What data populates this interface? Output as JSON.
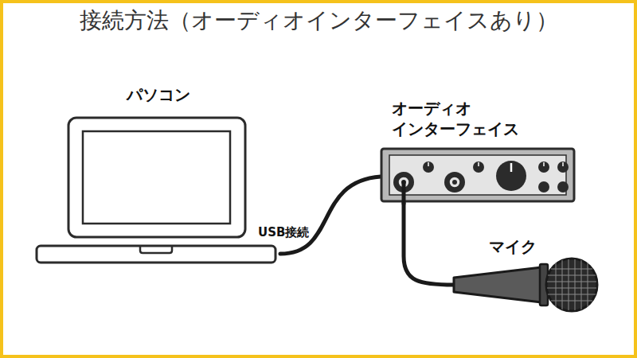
{
  "diagram": {
    "title": "接続方法（オーディオインターフェイスあり）",
    "nodes": [
      {
        "text": [
          "パソコン"
        ]
      },
      {
        "text": [
          "オーディオ インターフェイス"
        ]
      },
      {
        "text": [
          "マイク"
        ]
      }
    ],
    "edges": [
      {
        "from": 0,
        "to": 1,
        "label": "USB接続",
        "arrow": "none"
      },
      {
        "from": 1,
        "to": 2,
        "arrow": "none"
      }
    ]
  }
}
